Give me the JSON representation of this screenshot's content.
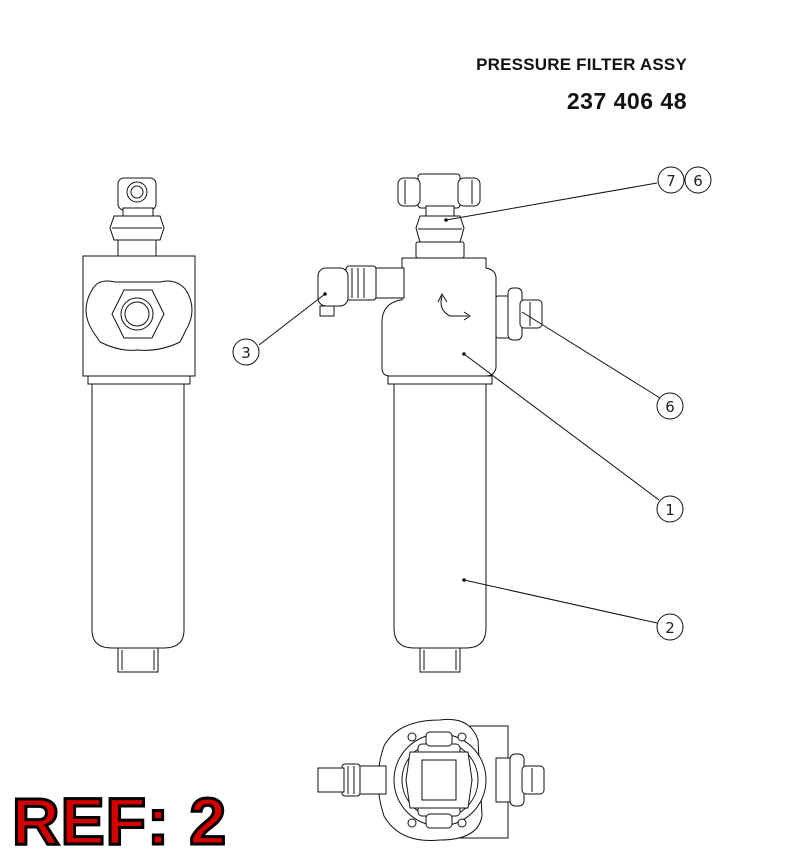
{
  "header": {
    "title": "PRESSURE FILTER ASSY",
    "part_number": "237 406 48"
  },
  "ref_label": "REF: 2",
  "ref_color": "#d40000",
  "callouts": [
    "7",
    "6",
    "3",
    "6",
    "1",
    "2"
  ]
}
